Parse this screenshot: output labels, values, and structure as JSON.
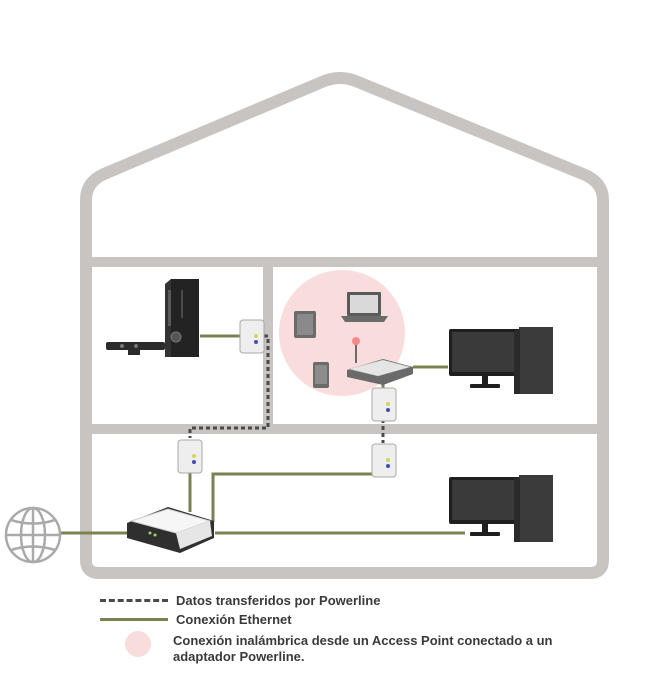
{
  "legend": {
    "powerline_label": "Datos transferidos por Powerline",
    "ethernet_label": "Conexión Ethernet",
    "wireless_label_line1": "Conexión inalámbrica desde un Access Point conectado a un",
    "wireless_label_line2": "adaptador Powerline."
  },
  "colors": {
    "house_outline": "#c8c4c2",
    "ethernet": "#7a8350",
    "powerline": "#4a4a4a",
    "wireless_zone": "#f9dcdc",
    "device_dark": "#3b3b3b",
    "adapter_body": "#eeeeee",
    "led_green": "#cfd85a",
    "led_blue": "#3f4fb0"
  },
  "icons": [
    "globe-icon",
    "router-icon",
    "game-console-icon",
    "motion-sensor-icon",
    "powerline-adapter-icon",
    "access-point-icon",
    "tablet-icon",
    "laptop-icon",
    "phone-icon",
    "monitor-icon",
    "pc-tower-icon"
  ]
}
